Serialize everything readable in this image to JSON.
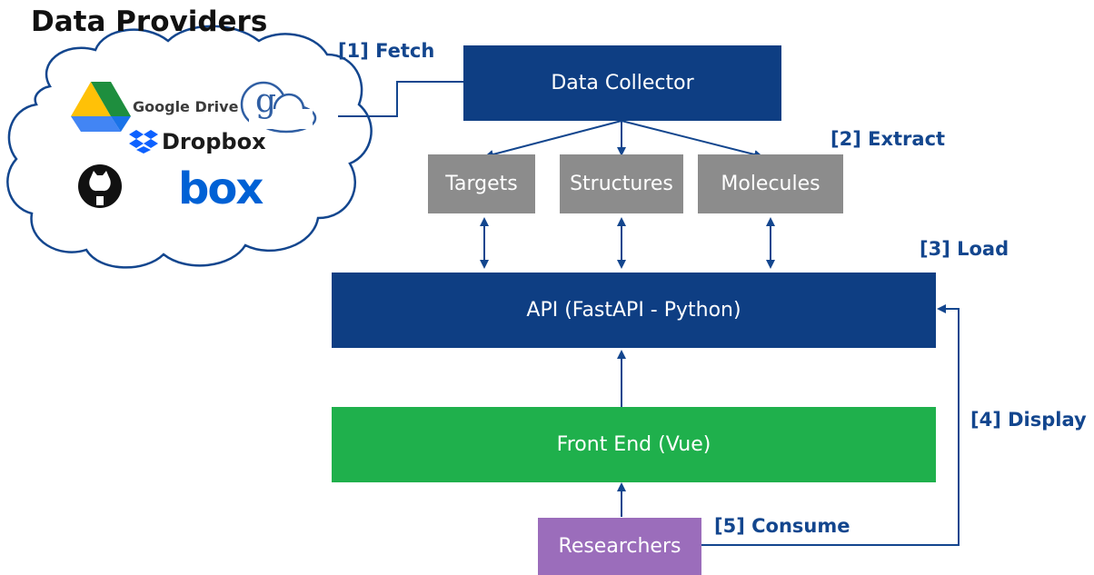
{
  "title": "Data Providers",
  "providers": {
    "google_drive": "Google Drive",
    "dropbox": "Dropbox",
    "box": "box",
    "globus_letter": "g"
  },
  "boxes": {
    "data_collector": "Data Collector",
    "targets": "Targets",
    "structures": "Structures",
    "molecules": "Molecules",
    "api": "API (FastAPI - Python)",
    "frontend": "Front End (Vue)",
    "researchers": "Researchers"
  },
  "steps": {
    "fetch": "[1] Fetch",
    "extract": "[2] Extract",
    "load": "[3] Load",
    "display": "[4] Display",
    "consume": "[5] Consume"
  },
  "colors": {
    "navy": "#0e3e83",
    "gray": "#8c8c8c",
    "green": "#1fb04c",
    "purple": "#9b6dbb",
    "step_text": "#13468e"
  }
}
